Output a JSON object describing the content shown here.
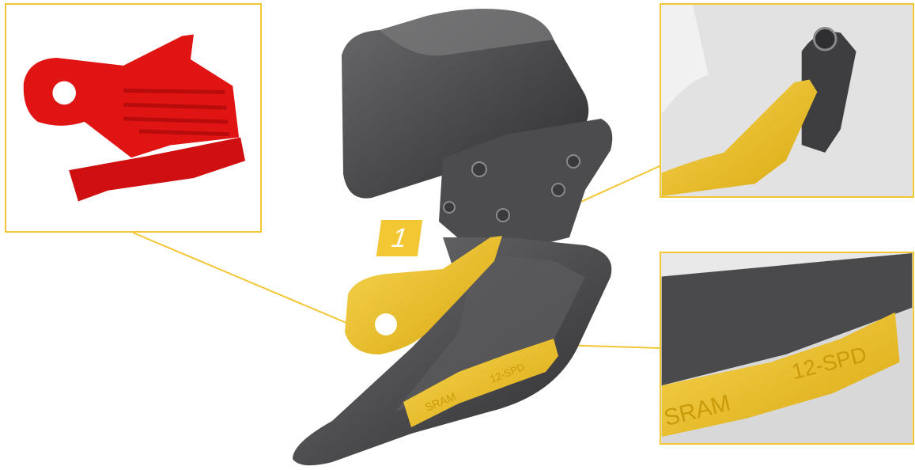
{
  "step": {
    "number": "1"
  },
  "part_label": {
    "brand": "SRAM",
    "speed": "12-SPD"
  },
  "colors": {
    "accent": "#f3c634",
    "highlight_part": "#f0c22a",
    "isolated_part": "#e11414",
    "body": "#4a4a4c"
  }
}
